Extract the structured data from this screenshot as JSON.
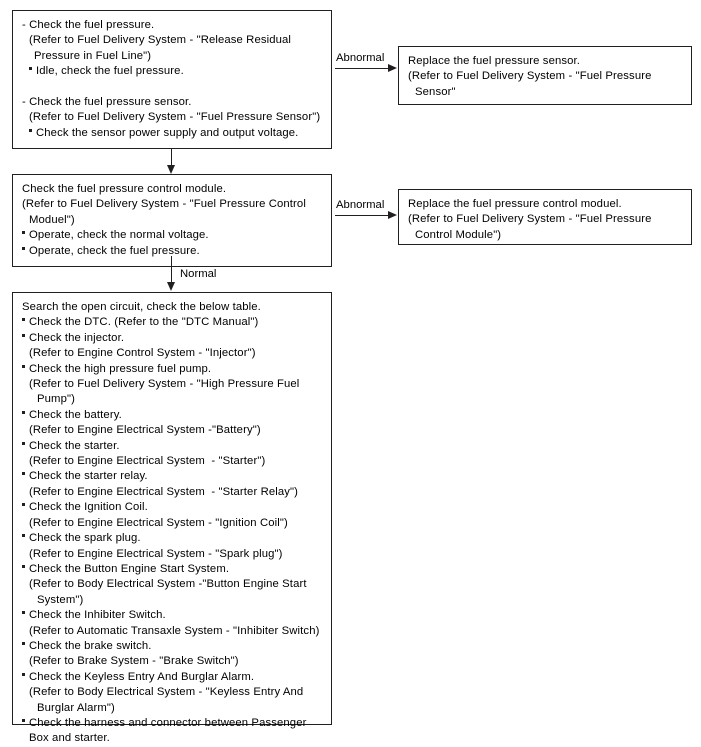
{
  "diagram": {
    "title": "Fuel System Troubleshooting Flowchart",
    "line_color": "#231f20",
    "background": "#ffffff"
  },
  "boxes": {
    "check_fuel_pressure": {
      "name": "check-fuel-pressure-box",
      "lines": [
        {
          "indent": 0,
          "bullet": "dash",
          "text": "- Check the fuel pressure."
        },
        {
          "indent": 1,
          "bullet": "none",
          "text": "(Refer to Fuel Delivery System - \"Release Residual"
        },
        {
          "indent": 2,
          "bullet": "none",
          "text": "Pressure in Fuel Line\")"
        },
        {
          "indent": 1,
          "bullet": "square",
          "text": "Idle, check the fuel pressure."
        },
        {
          "indent": 0,
          "bullet": "blank",
          "text": ""
        },
        {
          "indent": 0,
          "bullet": "dash",
          "text": "- Check the fuel pressure sensor."
        },
        {
          "indent": 1,
          "bullet": "none",
          "text": "(Refer to Fuel Delivery System - \"Fuel Pressure Sensor\")"
        },
        {
          "indent": 1,
          "bullet": "square",
          "text": "Check the sensor power supply and output voltage."
        }
      ]
    },
    "check_fuel_pressure_control_module": {
      "name": "check-fuel-pressure-control-module-box",
      "lines": [
        {
          "indent": 0,
          "bullet": "none",
          "text": "Check the fuel pressure control module."
        },
        {
          "indent": 0,
          "bullet": "none",
          "text": "(Refer to Fuel Delivery System - \"Fuel Pressure Control"
        },
        {
          "indent": 1,
          "bullet": "none",
          "text": "Moduel\")"
        },
        {
          "indent": 0,
          "bullet": "square",
          "text": "Operate, check the normal voltage."
        },
        {
          "indent": 0,
          "bullet": "square",
          "text": "Operate, check the fuel pressure."
        }
      ]
    },
    "search_open_circuit": {
      "name": "search-open-circuit-box",
      "lines": [
        {
          "indent": 0,
          "bullet": "none",
          "text": "Search the open circuit, check the below table."
        },
        {
          "indent": 0,
          "bullet": "square",
          "text": "Check the DTC. (Refer to the \"DTC Manual\")"
        },
        {
          "indent": 0,
          "bullet": "square",
          "text": "Check the injector."
        },
        {
          "indent": 1,
          "bullet": "none",
          "text": "(Refer to Engine Control System - \"Injector\")"
        },
        {
          "indent": 0,
          "bullet": "square",
          "text": "Check the high pressure fuel pump."
        },
        {
          "indent": 1,
          "bullet": "none",
          "text": "(Refer to Fuel Delivery System - \"High Pressure Fuel"
        },
        {
          "indent": 3,
          "bullet": "none",
          "text": "Pump\")"
        },
        {
          "indent": 0,
          "bullet": "square",
          "text": "Check the battery."
        },
        {
          "indent": 1,
          "bullet": "none",
          "text": "(Refer to Engine Electrical System -\"Battery\")"
        },
        {
          "indent": 0,
          "bullet": "square",
          "text": "Check the starter."
        },
        {
          "indent": 1,
          "bullet": "none",
          "text": "(Refer to Engine Electrical System  - \"Starter\")"
        },
        {
          "indent": 0,
          "bullet": "square",
          "text": "Check the starter relay."
        },
        {
          "indent": 1,
          "bullet": "none",
          "text": "(Refer to Engine Electrical System  - \"Starter Relay\")"
        },
        {
          "indent": 0,
          "bullet": "square",
          "text": "Check the Ignition Coil."
        },
        {
          "indent": 1,
          "bullet": "none",
          "text": "(Refer to Engine Electrical System - \"Ignition Coil\")"
        },
        {
          "indent": 0,
          "bullet": "square",
          "text": "Check the spark plug."
        },
        {
          "indent": 1,
          "bullet": "none",
          "text": "(Refer to Engine Electrical System - \"Spark plug\")"
        },
        {
          "indent": 0,
          "bullet": "square",
          "text": "Check the Button Engine Start System."
        },
        {
          "indent": 1,
          "bullet": "none",
          "text": "(Refer to Body Electrical System -\"Button Engine Start"
        },
        {
          "indent": 3,
          "bullet": "none",
          "text": "System\")"
        },
        {
          "indent": 0,
          "bullet": "square",
          "text": "Check the Inhibiter Switch."
        },
        {
          "indent": 1,
          "bullet": "none",
          "text": "(Refer to Automatic Transaxle System - \"Inhibiter Switch)"
        },
        {
          "indent": 0,
          "bullet": "square",
          "text": "Check the brake switch."
        },
        {
          "indent": 1,
          "bullet": "none",
          "text": "(Refer to Brake System - \"Brake Switch\")"
        },
        {
          "indent": 0,
          "bullet": "square",
          "text": "Check the Keyless Entry And Burglar Alarm."
        },
        {
          "indent": 1,
          "bullet": "none",
          "text": "(Refer to Body Electrical System - \"Keyless Entry And"
        },
        {
          "indent": 3,
          "bullet": "none",
          "text": "Burglar Alarm\")"
        },
        {
          "indent": 0,
          "bullet": "square",
          "text": "Check the harness and connector between Passenger"
        },
        {
          "indent": 1,
          "bullet": "none",
          "text": "Box and starter."
        }
      ]
    },
    "replace_fuel_pressure_sensor": {
      "name": "replace-fuel-pressure-sensor-box",
      "lines": [
        {
          "indent": 0,
          "bullet": "none",
          "text": "Replace the fuel pressure sensor."
        },
        {
          "indent": 0,
          "bullet": "none",
          "text": "(Refer to Fuel Delivery System - \"Fuel Pressure"
        },
        {
          "indent": 1,
          "bullet": "none",
          "text": "Sensor\""
        }
      ]
    },
    "replace_fuel_pressure_control_module": {
      "name": "replace-fuel-pressure-control-module-box",
      "lines": [
        {
          "indent": 0,
          "bullet": "none",
          "text": "Replace the fuel pressure control moduel."
        },
        {
          "indent": 0,
          "bullet": "none",
          "text": "(Refer to Fuel Delivery System - \"Fuel Pressure"
        },
        {
          "indent": 1,
          "bullet": "none",
          "text": "Control Module\")"
        }
      ]
    }
  },
  "connectors": {
    "abnormal_top": {
      "label": "Abnormal",
      "direction": "right"
    },
    "abnormal_mid": {
      "label": "Abnormal",
      "direction": "right"
    },
    "normal": {
      "label": "Normal",
      "direction": "down"
    },
    "plain_down": {
      "label": "",
      "direction": "down"
    }
  }
}
